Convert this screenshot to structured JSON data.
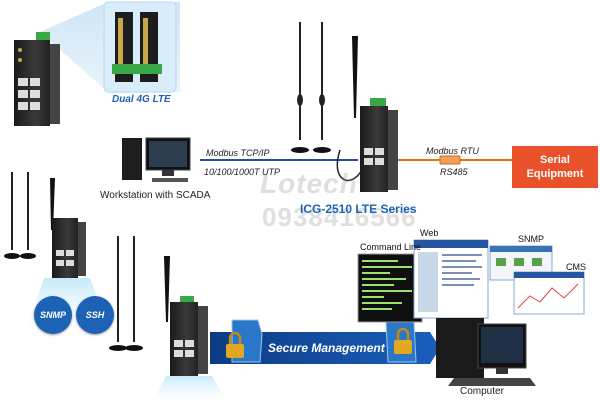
{
  "colors": {
    "accent_blue": "#1c63b5",
    "serial_orange": "#e8512a",
    "device_dark": "#2b2b2b",
    "line_blue": "#1f4fa0",
    "line_orange": "#e8701a"
  },
  "labels": {
    "dual_lte": "Dual 4G LTE",
    "modbus_tcp": "Modbus TCP/IP",
    "ethernet": "10/100/1000T UTP",
    "workstation": "Workstation with SCADA",
    "product": "ICG-2510 LTE Series",
    "modbus_rtu": "Modbus RTU",
    "rs485": "RS485",
    "command_line": "Command Line",
    "web": "Web",
    "snmp_screen": "SNMP",
    "cms": "CMS",
    "computer": "Computer",
    "secure_management": "Secure Management",
    "snmp_badge": "SNMP",
    "ssh_badge": "SSH"
  },
  "serial_equipment": {
    "line1": "Serial",
    "line2": "Equipment"
  },
  "watermark": {
    "brand": "Lotech",
    "phone": "0938416566"
  },
  "icons": [
    "antenna-icon",
    "padlock-icon",
    "monitor-icon",
    "router-icon"
  ]
}
